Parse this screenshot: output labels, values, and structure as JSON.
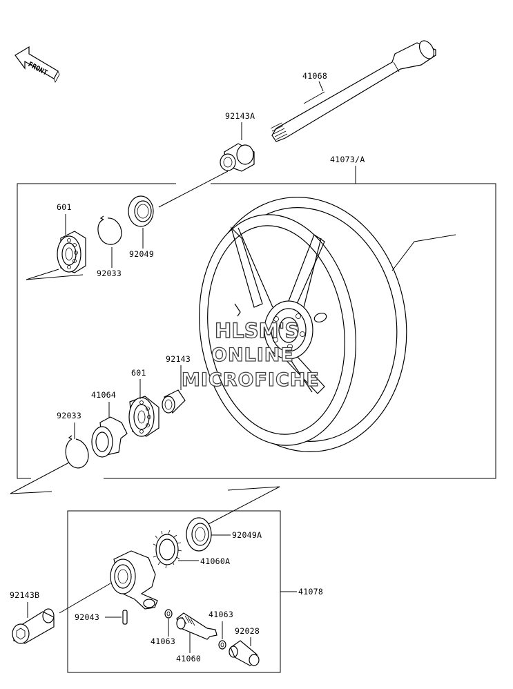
{
  "front_indicator": "FRONT",
  "labels": {
    "axle": "41068",
    "collar_left_top": "92143A",
    "wheel_assy": "41073/A",
    "bearing_top": "601",
    "snap_ring_top": "92033",
    "oil_seal_top": "92049",
    "collar_middle": "92143",
    "bearing_lower": "601",
    "coupling": "41064",
    "snap_ring_lower": "92033",
    "oil_seal_gear": "92049A",
    "gear": "41060A",
    "speedometer_gear_housing": "41078",
    "collar_bottom": "92143B",
    "pin": "92043",
    "washer_right": "41063",
    "washer_left": "41063",
    "pinion": "41060",
    "bushing": "92028"
  },
  "watermark": {
    "line1": "HLSM'S",
    "line2": "ONLINE",
    "line3": "MICROFICHE"
  }
}
